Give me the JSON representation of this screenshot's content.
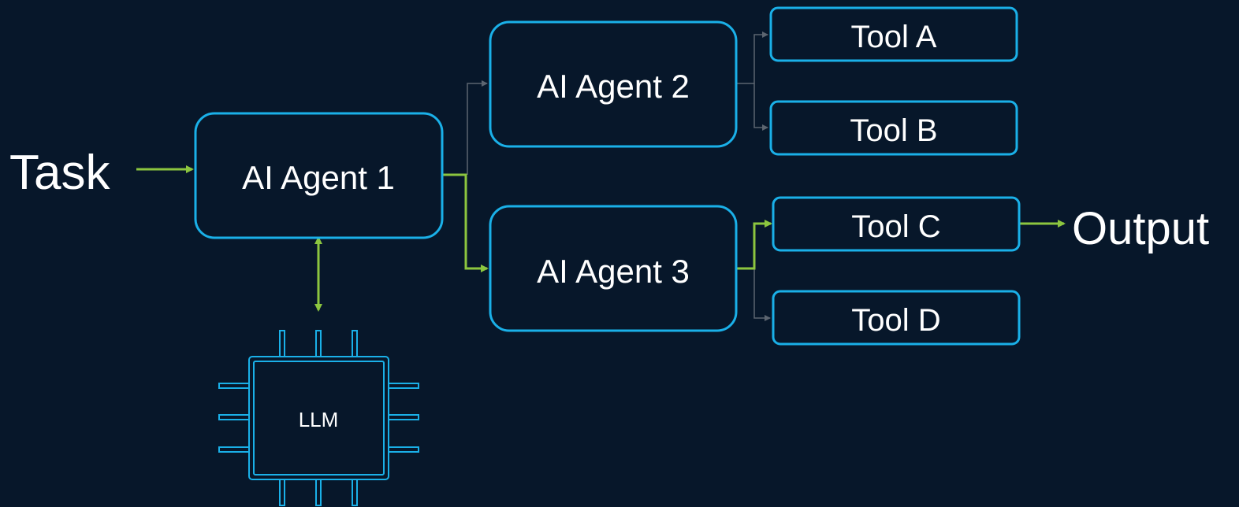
{
  "diagram": {
    "input_label": "Task",
    "output_label": "Output",
    "agents": {
      "agent1": "AI Agent 1",
      "agent2": "AI Agent 2",
      "agent3": "AI Agent 3"
    },
    "tools": {
      "tool_a": "Tool A",
      "tool_b": "Tool B",
      "tool_c": "Tool C",
      "tool_d": "Tool D"
    },
    "llm_label": "LLM",
    "colors": {
      "background": "#07172a",
      "box_border": "#1ab0e8",
      "active_flow": "#8cc63f",
      "inactive_flow": "#5c6570",
      "text": "#ffffff"
    }
  }
}
